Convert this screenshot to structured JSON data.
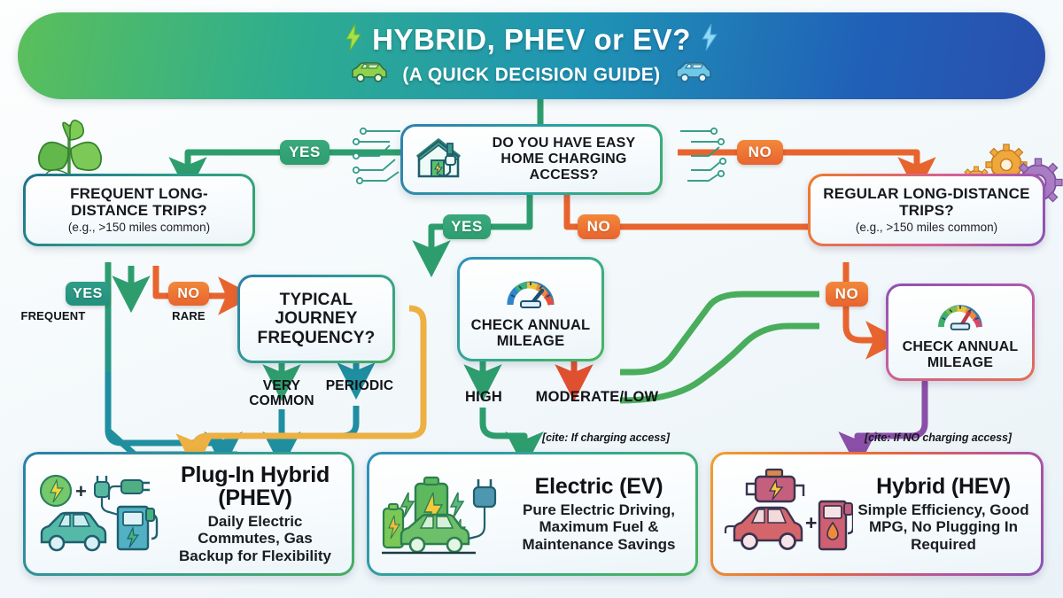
{
  "header": {
    "title": "HYBRID, PHEV or EV?",
    "subtitle": "(A QUICK DECISION GUIDE)",
    "bolt_left": "⚡",
    "bolt_right": "⚡",
    "car_left_icon": "green-car-icon",
    "car_right_icon": "blue-car-icon"
  },
  "nodes": {
    "root": {
      "title": "DO YOU HAVE EASY HOME CHARGING ACCESS?",
      "icon": "house-with-plug-icon"
    },
    "left_trips": {
      "title": "FREQUENT LONG-DISTANCE TRIPS?",
      "sub": "(e.g., >150 miles common)",
      "icon": "leaf-plant-icon"
    },
    "right_trips": {
      "title": "REGULAR LONG-DISTANCE TRIPS?",
      "sub": "(e.g., >150 miles common)",
      "icon": "gears-icon"
    },
    "journey": {
      "title": "TYPICAL JOURNEY FREQUENCY?"
    },
    "mileage_mid": {
      "title": "CHECK ANNUAL MILEAGE",
      "icon": "gauge-icon"
    },
    "mileage_right": {
      "title": "CHECK ANNUAL MILEAGE",
      "icon": "gauge-icon"
    }
  },
  "edges": {
    "root_yes_left": "YES",
    "root_yes_mid": "YES",
    "root_no_mid": "NO",
    "root_no_right": "NO",
    "left_yes": "YES",
    "left_yes_sub": "FREQUENT",
    "left_no": "NO",
    "left_no_sub": "RARE",
    "journey_very_common": "VERY COMMON",
    "journey_periodic": "PERIODIC",
    "mileage_high": "HIGH",
    "mileage_moderate_low": "MODERATE/LOW",
    "right_no": "NO",
    "cite_charging": "[cite: If charging access]",
    "cite_no_charging": "[cite: If NO charging access]"
  },
  "outcomes": {
    "phev": {
      "title": "Plug-In Hybrid (PHEV)",
      "desc": "Daily Electric Commutes, Gas Backup for Flexibility",
      "icon": "phev-car-plug-pump-icon"
    },
    "ev": {
      "title": "Electric (EV)",
      "desc": "Pure Electric Driving, Maximum Fuel & Maintenance Savings",
      "icon": "ev-car-battery-plug-icon"
    },
    "hev": {
      "title": "Hybrid (HEV)",
      "desc": "Simple Efficiency, Good MPG, No Plugging In Required",
      "icon": "hev-car-engine-pump-icon"
    }
  },
  "colors": {
    "green": "#2e9d6e",
    "orange": "#e8642f",
    "teal": "#1f8fa0",
    "amber": "#edb042",
    "purple": "#8a4fa8",
    "banner_start": "#5bbf5a",
    "banner_end": "#2a4fae"
  }
}
